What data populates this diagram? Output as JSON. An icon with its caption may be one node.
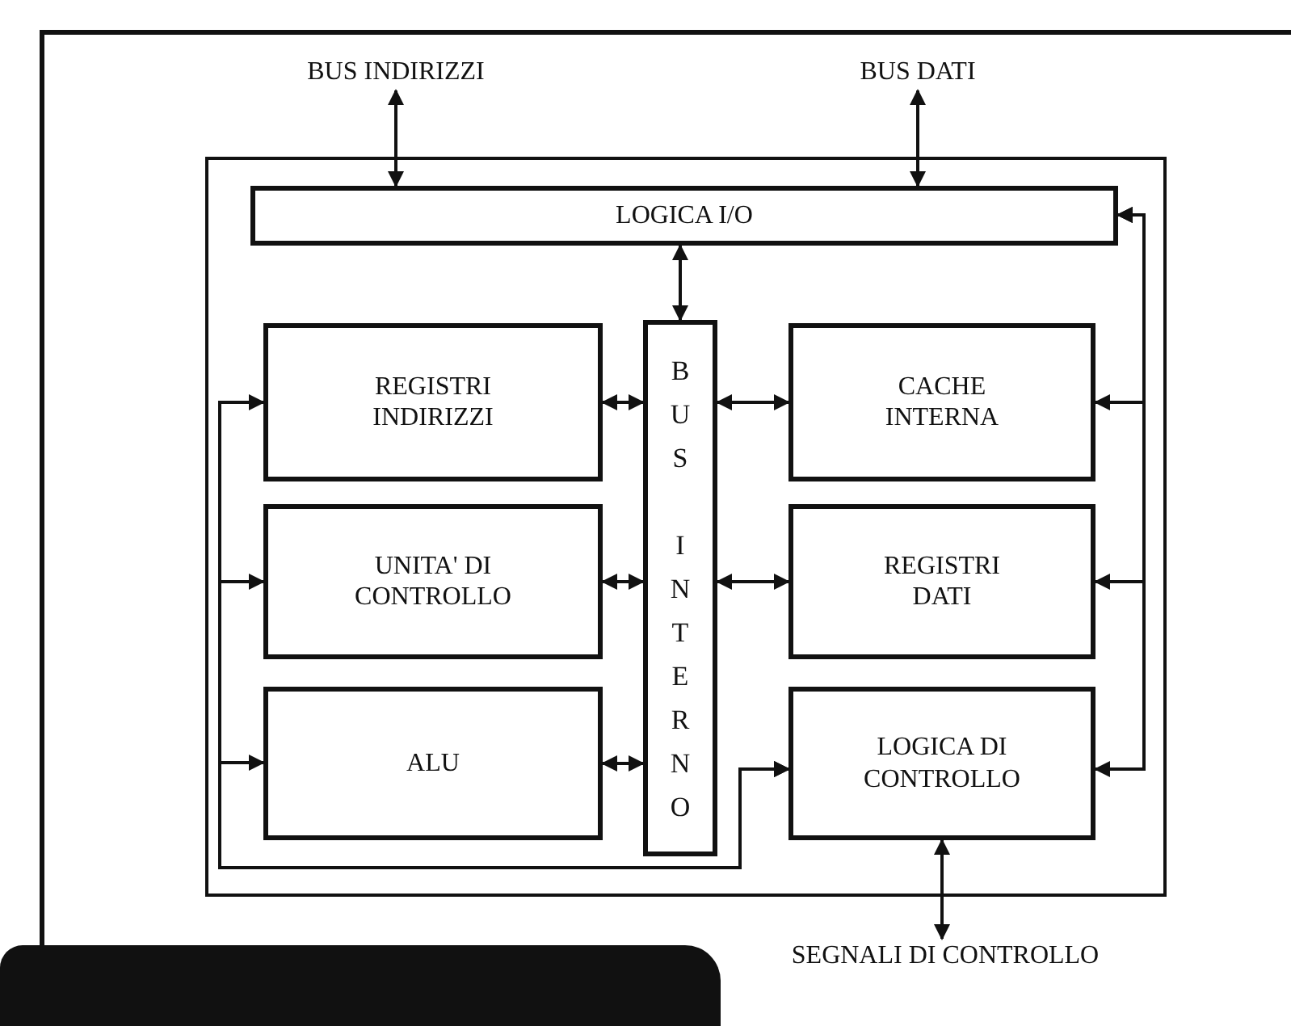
{
  "diagram": {
    "nodes": [
      {
        "text": [],
        "shape": "box"
      },
      {
        "text": [
          "BUS INDIRIZZI"
        ]
      },
      {
        "text": [
          "BUS DATI"
        ]
      },
      {
        "text": [
          "LOGICA I/O"
        ],
        "in": 0
      },
      {
        "text": [
          "REGISTRI INDIRIZZI"
        ],
        "in": 0
      },
      {
        "text": [
          "BUS INTERNO"
        ],
        "in": 0
      },
      {
        "text": [
          "CACHE INTERNA"
        ],
        "in": 0
      },
      {
        "text": [
          "UNITA' DI CONTROLLO"
        ],
        "in": 0
      },
      {
        "text": [
          "REGISTRI DATI"
        ],
        "in": 0
      },
      {
        "text": [
          "ALU"
        ],
        "in": 0
      },
      {
        "text": [
          "LOGICA DI CONTROLLO"
        ],
        "in": 0
      },
      {
        "text": [
          "SEGNALI DI CONTROLLO"
        ]
      },
      {
        "text": [],
        "shape": "bar"
      }
    ],
    "edges": [
      {
        "from": 1,
        "to": 3,
        "arrow": "both"
      },
      {
        "from": 2,
        "to": 3,
        "arrow": "both"
      },
      {
        "from": 3,
        "to": 5,
        "arrow": "both"
      },
      {
        "from": 4,
        "to": 5,
        "arrow": "both"
      },
      {
        "from": 7,
        "to": 5,
        "arrow": "both"
      },
      {
        "from": 9,
        "to": 5,
        "arrow": "both"
      },
      {
        "from": 5,
        "to": 6,
        "arrow": "both"
      },
      {
        "from": 5,
        "to": 8,
        "arrow": "both"
      },
      {
        "from": 10,
        "to": 11,
        "arrow": "both"
      },
      {
        "from": 10,
        "to": 4,
        "arrow": "both"
      },
      {
        "from": 10,
        "to": 7,
        "arrow": "both"
      },
      {
        "from": 10,
        "to": 9,
        "arrow": "both"
      },
      {
        "from": 3,
        "to": 6,
        "arrow": "both"
      },
      {
        "from": 3,
        "to": 8,
        "arrow": "both"
      },
      {
        "from": 3,
        "to": 10,
        "arrow": "both"
      }
    ]
  }
}
